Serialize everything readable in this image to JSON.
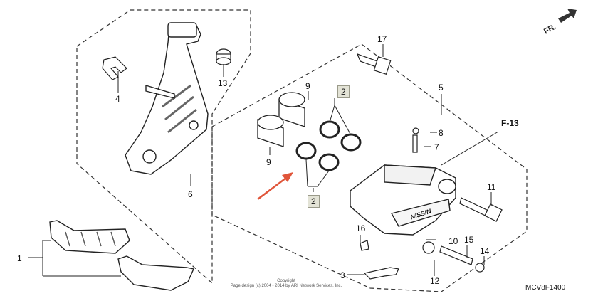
{
  "parts": {
    "p1": "1",
    "p2a": "2",
    "p2b": "2",
    "p3": "3",
    "p4": "4",
    "p5": "5",
    "p6": "6",
    "p7": "7",
    "p8": "8",
    "p9a": "9",
    "p9b": "9",
    "p10": "10",
    "p11": "11",
    "p12": "12",
    "p13": "13",
    "p14": "14",
    "p15": "15",
    "p16": "16",
    "p17": "17"
  },
  "reference": "F-13",
  "direction": "FR.",
  "diagram_code": "MCV8F1400",
  "copyright_line1": "Copyright",
  "copyright_line2": "Page design (c) 2004 - 2014 by ARI Network Services, Inc.",
  "caliper_brand": "NISSIN",
  "colors": {
    "arrow": "#e0553a",
    "callout_fill": "#e3e3d6",
    "line": "#222222"
  }
}
